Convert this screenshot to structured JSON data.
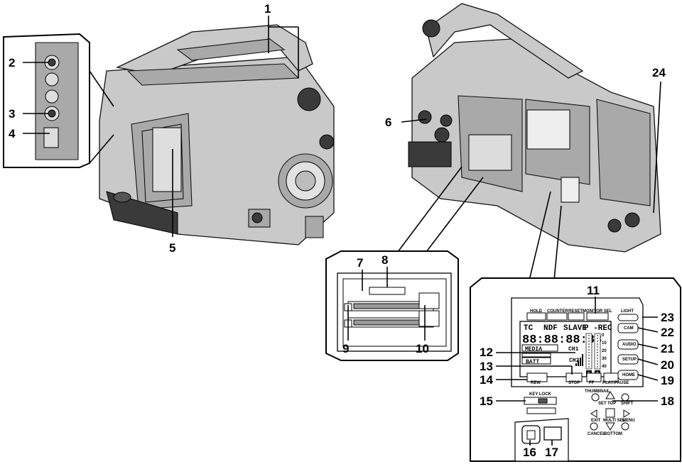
{
  "callouts": {
    "n1": "1",
    "n2": "2",
    "n3": "3",
    "n4": "4",
    "n5": "5",
    "n6": "6",
    "n7": "7",
    "n8": "8",
    "n9": "9",
    "n10": "10",
    "n11": "11",
    "n12": "12",
    "n13": "13",
    "n14": "14",
    "n15": "15",
    "n16": "16",
    "n17": "17",
    "n18": "18",
    "n19": "19",
    "n20": "20",
    "n21": "21",
    "n22": "22",
    "n23": "23",
    "n24": "24"
  },
  "panel": {
    "top_buttons": {
      "hold": "HOLD",
      "counter": "COUNTER",
      "reset": "RESET",
      "monitor_sel": "MONITOR SEL"
    },
    "side_buttons": {
      "light": "LIGHT",
      "cam": "CAM",
      "audio": "AUDIO",
      "setup": "SETUP",
      "home": "HOME"
    },
    "lcd": {
      "tc": "TC",
      "ndf": "NDF",
      "slave": "SLAVE",
      "prec": "P -REC",
      "timecode": "88:88:88:88",
      "media": "MEDIA",
      "batt": "BATT",
      "ch1": "CH1",
      "ch2": "CH2",
      "meter_1": "1",
      "meter_2": "2",
      "scale": [
        "0",
        "10",
        "20",
        "30",
        "40"
      ]
    },
    "transport": {
      "rew": "REW",
      "stop": "STOP",
      "ff": "FF",
      "play_pause": "PLAY/PAUSE"
    },
    "thumbnail": "THUMBNAIL",
    "keylock": "KEY LOCK",
    "nav": {
      "set": "SET",
      "top": "TOP",
      "shift": "SHIFT",
      "multi_sel": "MULTI SEL",
      "exit": "EXIT",
      "menu": "MENU",
      "cancel": "CANCEL",
      "bottom": "BOTTOM"
    }
  }
}
